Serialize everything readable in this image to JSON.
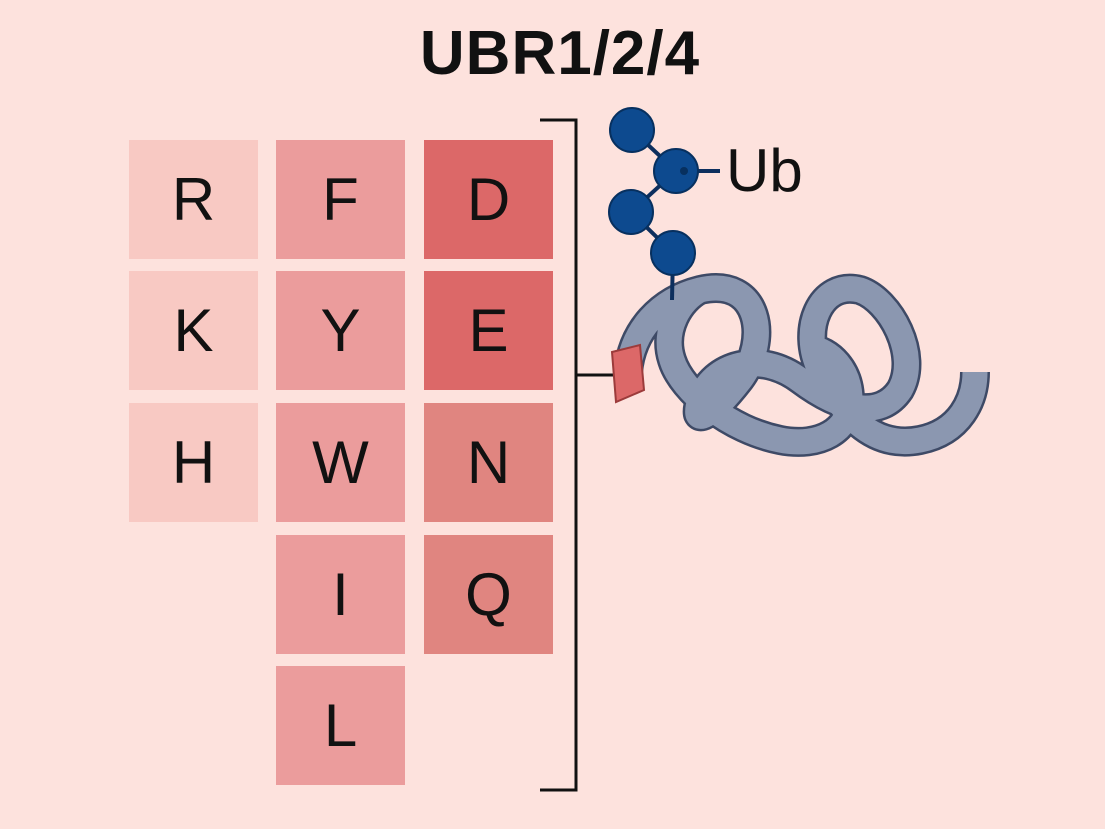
{
  "title": "UBR1/2/4",
  "residue_columns": [
    {
      "letters": [
        "R",
        "K",
        "H"
      ],
      "color": "#f8c9c3"
    },
    {
      "letters": [
        "F",
        "Y",
        "W",
        "I",
        "L"
      ],
      "color": "#eb9c9c"
    },
    {
      "letters": [
        "D",
        "E",
        "N",
        "Q"
      ],
      "colors": [
        "#dc6868",
        "#dc6868",
        "#e08580",
        "#e08580"
      ]
    }
  ],
  "ubiquitin_label": "Ub",
  "colors": {
    "background": "#fde2dd",
    "ubiquitin": "#0d4a8f",
    "protein": "#8b97b0",
    "degron": "#dc6868"
  }
}
